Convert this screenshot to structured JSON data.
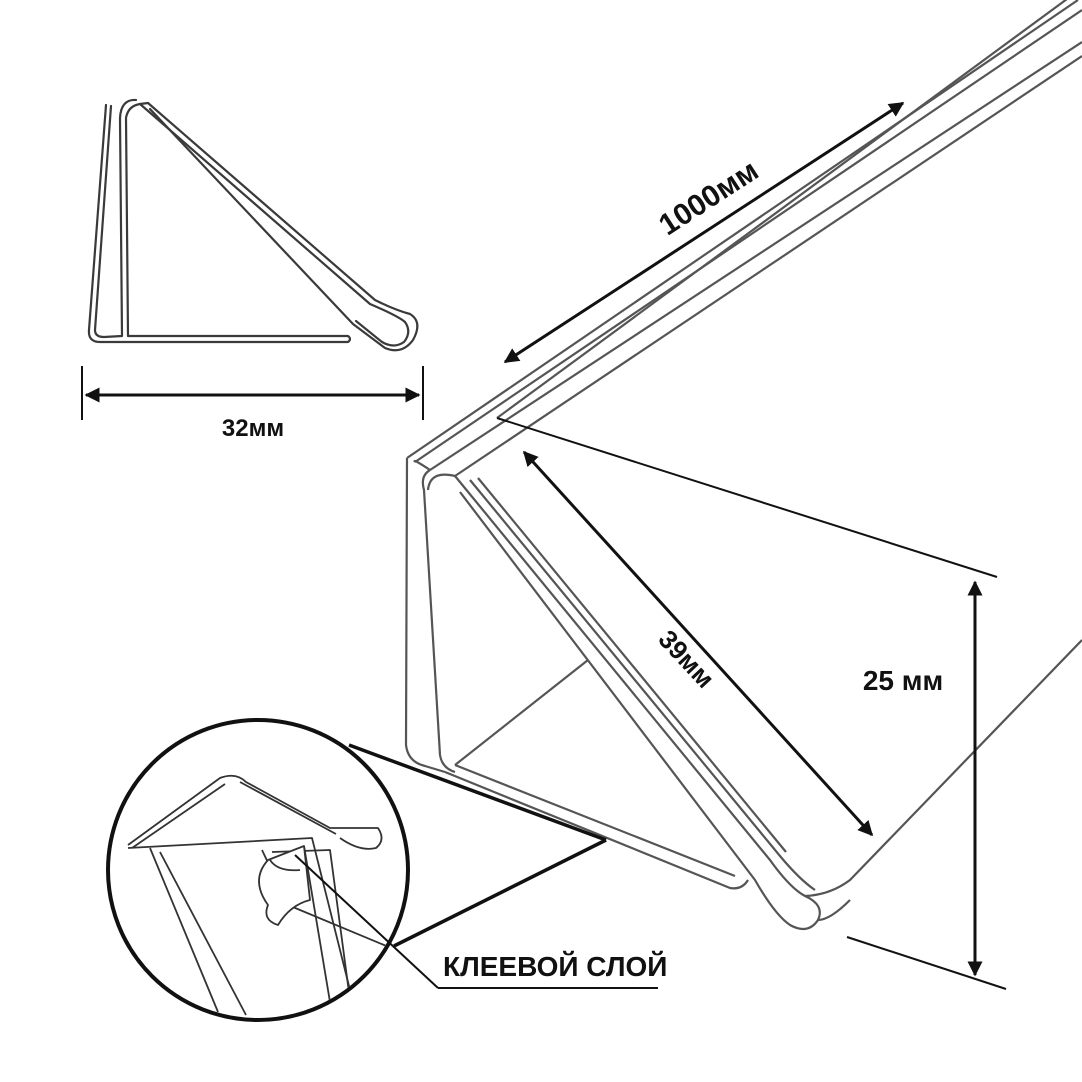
{
  "labels": {
    "length": "1000мм",
    "width": "32мм",
    "slant": "39мм",
    "height": "25 мм",
    "adhesive": "КЛЕЕВОЙ СЛОЙ"
  },
  "colors": {
    "stroke": "#4a4a4a",
    "dimension": "#111111",
    "background": "#ffffff"
  }
}
